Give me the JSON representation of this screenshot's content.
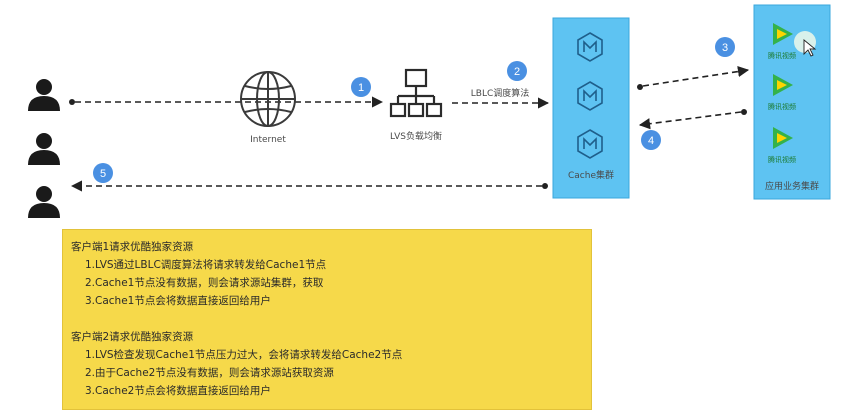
{
  "nodes": {
    "internet_label": "Internet",
    "lvs_label": "LVS负载均衡",
    "lblc_label": "LBLC调度算法",
    "cache_cluster_label": "Cache集群",
    "app_cluster_label": "应用业务集群",
    "app_node_label": "腾讯视频"
  },
  "badges": [
    "1",
    "2",
    "3",
    "4",
    "5"
  ],
  "note": {
    "section1": {
      "title": "客户端1请求优酷独家资源",
      "steps": [
        "1.LVS通过LBLC调度算法将请求转发给Cache1节点",
        "2.Cache1节点没有数据，则会请求源站集群，获取",
        "3.Cache1节点会将数据直接返回给用户"
      ]
    },
    "section2": {
      "title": "客户端2请求优酷独家资源",
      "steps": [
        "1.LVS检查发现Cache1节点压力过大，会将请求转发给Cache2节点",
        "2.由于Cache2节点没有数据，则会请求源站获取资源",
        "3.Cache2节点会将数据直接返回给用户"
      ]
    }
  },
  "colors": {
    "badge": "#4a90e2",
    "cache_cluster": "#5ec3f2",
    "app_cluster": "#5ec3f2",
    "note_bg": "#f6d94a",
    "arrow": "#222222"
  }
}
